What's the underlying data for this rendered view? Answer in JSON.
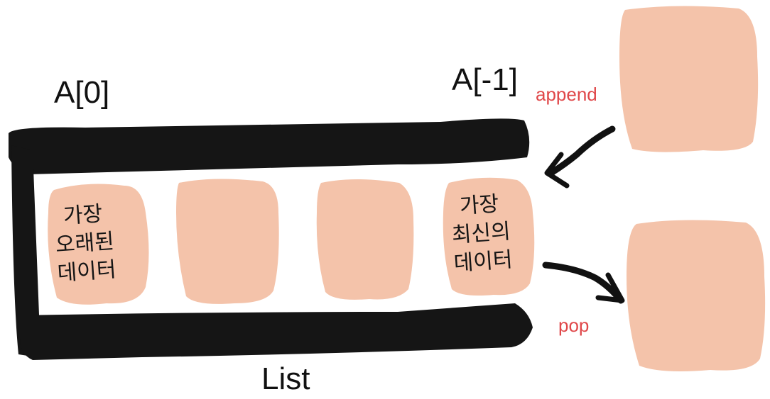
{
  "labels": {
    "first_index": "A[0]",
    "last_index": "A[-1]",
    "append": "append",
    "pop": "pop",
    "list": "List"
  },
  "blocks": {
    "oldest": [
      "가장",
      "오래된",
      "데이터"
    ],
    "newest": [
      "가장",
      "최신의",
      "데이터"
    ]
  },
  "colors": {
    "block": "#F4C3AA",
    "frame": "#151515",
    "arrow": "#111111",
    "operation_label": "#E0484A",
    "text": "#111111"
  },
  "icons": {
    "append_arrow": "curved-arrow-in-icon",
    "pop_arrow": "curved-arrow-out-icon"
  }
}
